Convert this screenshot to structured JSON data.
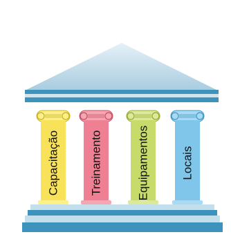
{
  "diagram": {
    "pillars": [
      {
        "label": "Capacitação",
        "color": "#f8e25a",
        "cap_color": "#fdf08a",
        "dark": "#c9b020"
      },
      {
        "label": "Treinamento",
        "color": "#ef7f92",
        "cap_color": "#f6a5b2",
        "dark": "#c24f63"
      },
      {
        "label": "Equipamentos",
        "color": "#c7db6b",
        "cap_color": "#dce99a",
        "dark": "#94ab30"
      },
      {
        "label": "Locais",
        "color": "#7fc6ea",
        "cap_color": "#a9daf3",
        "dark": "#3f95c4"
      }
    ],
    "colors": {
      "roof": "#b9d6e6",
      "beam": "#3d93bc",
      "beam_light": "#cfe4ef",
      "base_dark": "#3d93bc",
      "base_light": "#c4dfec",
      "background": "#ffffff"
    }
  }
}
